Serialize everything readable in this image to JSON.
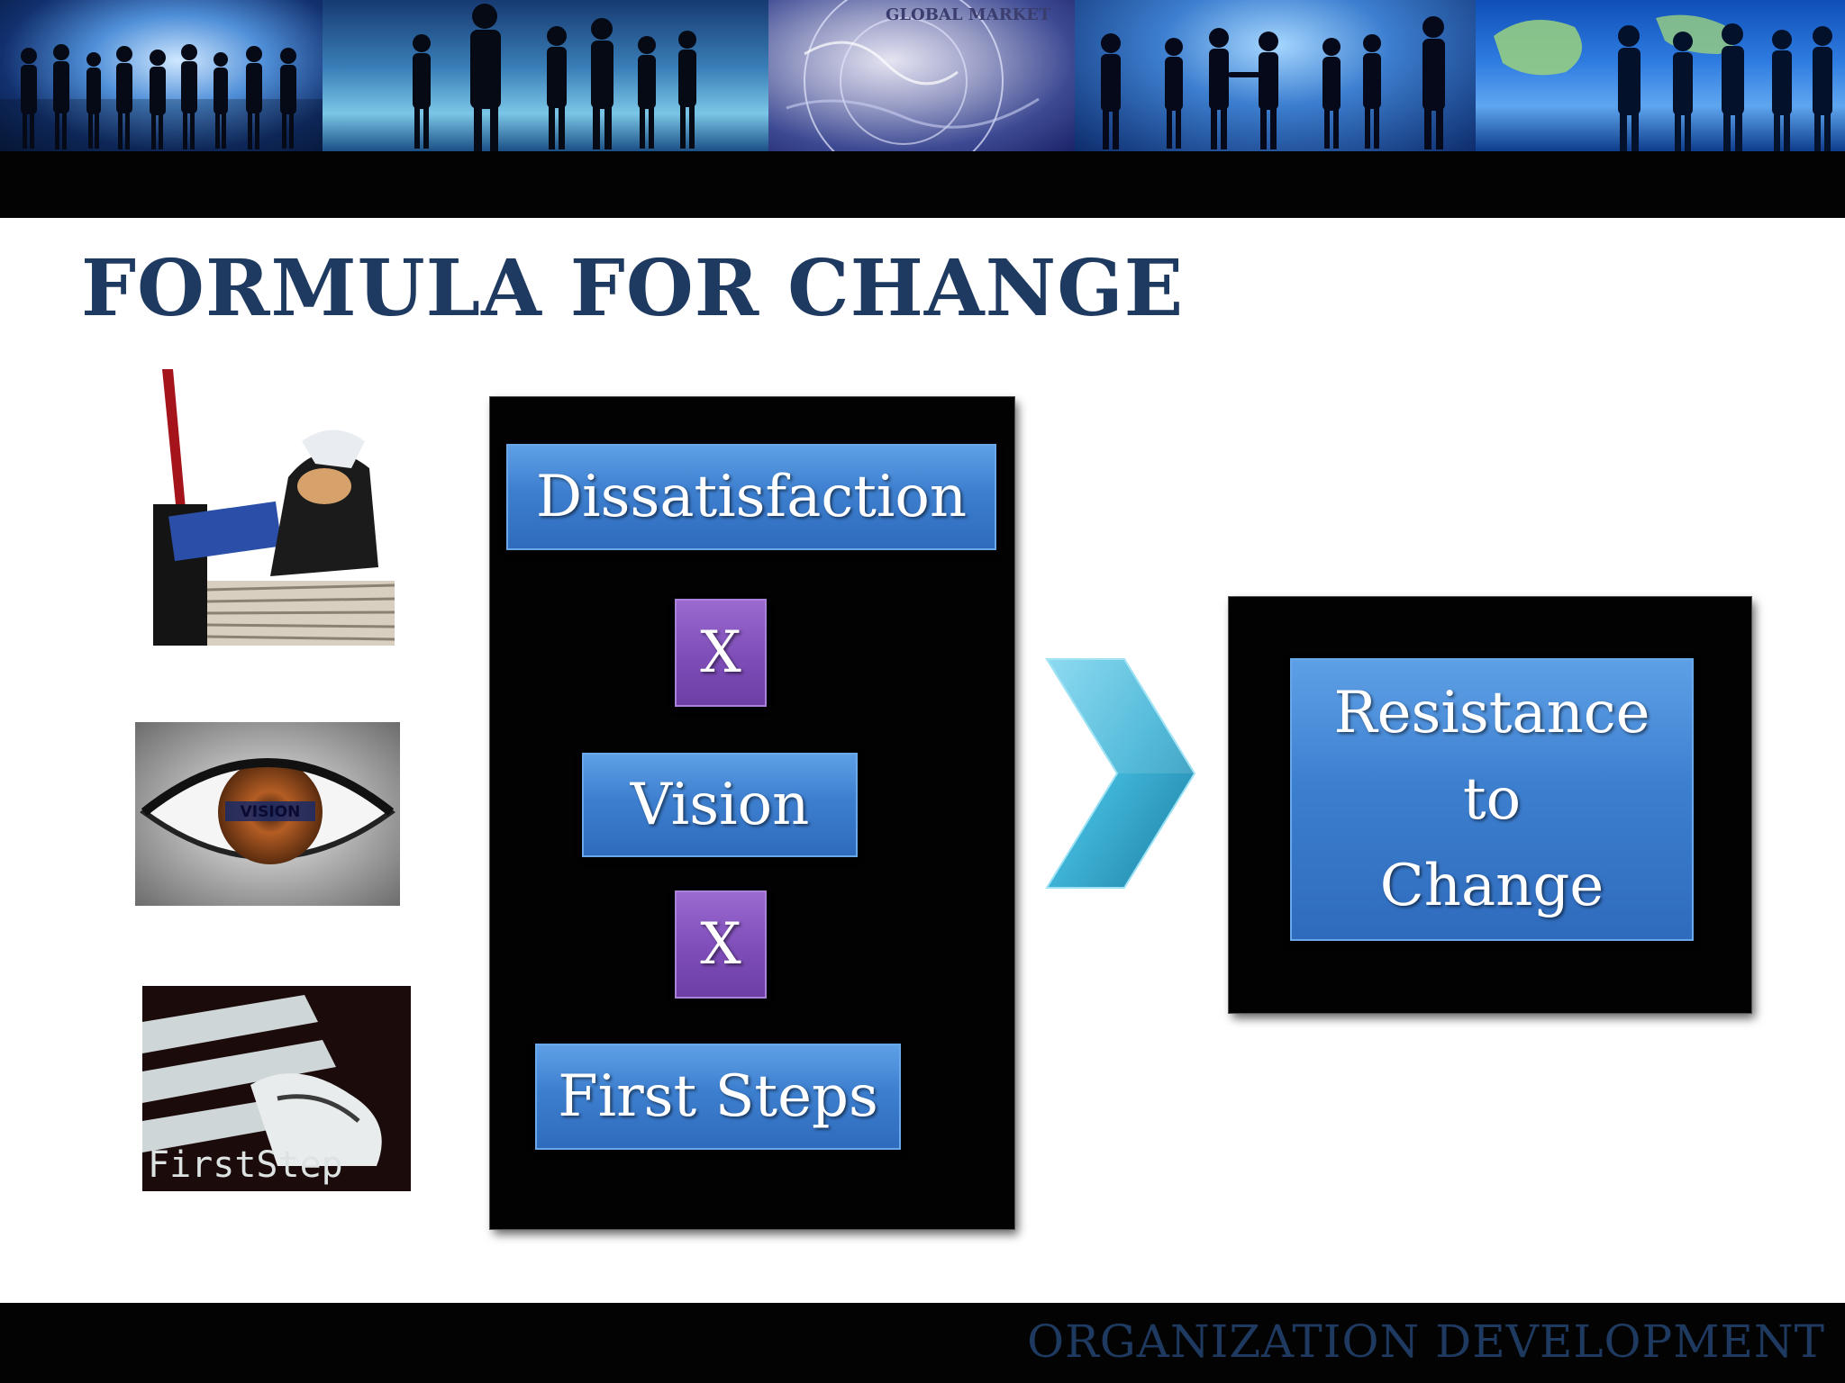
{
  "slide": {
    "title": "FORMULA FOR CHANGE",
    "footer": "ORGANIZATION DEVELOPMENT"
  },
  "banner": {
    "panels": [
      "business-people-silhouettes",
      "business-people-walking",
      "globe-map",
      "business-handshake-silhouettes",
      "world-map-business-team"
    ],
    "globe_text": "GLOBAL MARKET"
  },
  "photos": {
    "stress": {
      "description_icon": "stressed-office-worker-image"
    },
    "eye": {
      "label": "VISION"
    },
    "step": {
      "label": "FirstStep"
    }
  },
  "formula": {
    "terms": [
      "Dissatisfaction",
      "Vision",
      "First Steps"
    ],
    "operator": "X"
  },
  "result": {
    "lines": [
      "Resistance",
      "to",
      "Change"
    ]
  },
  "colors": {
    "title": "#1f3a60",
    "box_blue": "#3d7fcf",
    "box_purple": "#7e4db8",
    "arrow": "#3fb3d6",
    "panel_black": "#020202"
  }
}
